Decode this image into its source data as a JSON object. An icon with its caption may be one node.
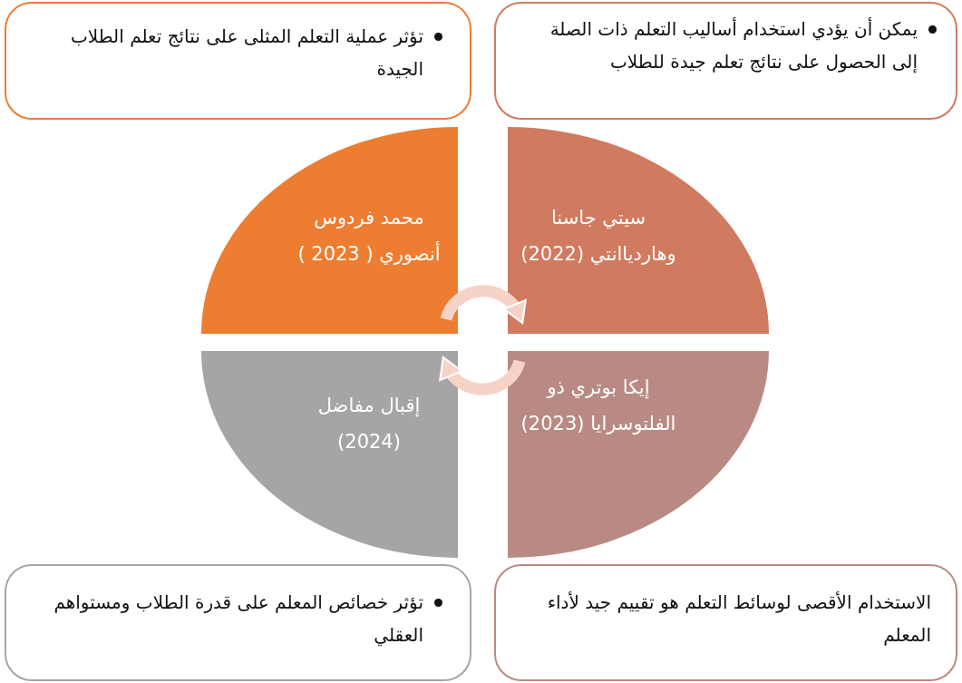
{
  "diagram": {
    "nodes": [
      {
        "text": [
          "تؤثر عملية التعلم المثلى على نتائج تعلم الطلاب الجيدة"
        ]
      },
      {
        "text": [
          "محمد فردوس أنصوري ( 2023 )"
        ]
      },
      {
        "text": [
          "يمكن أن يؤدي استخدام أساليب التعلم ذات الصلة إلى الحصول على نتائج تعلم جيدة للطلاب"
        ]
      },
      {
        "text": [
          "سيتي جاسنا وهاردياانتي (2022)"
        ]
      },
      {
        "text": [
          "إيكا بوتري ذو الفلتوسرايا (2023)"
        ]
      },
      {
        "text": [
          "الاستخدام الأقصى لوسائط التعلم هو تقييم جيد لأداء المعلم"
        ]
      },
      {
        "text": [
          "إقبال مفاضل (2024)"
        ]
      },
      {
        "text": [
          "تؤثر خصائص المعلم على قدرة الطلاب ومستواهم العقلي"
        ]
      }
    ],
    "edges": [
      {
        "from": 1,
        "to": 3,
        "arrow": "to"
      },
      {
        "from": 4,
        "to": 6,
        "arrow": "to"
      }
    ]
  }
}
